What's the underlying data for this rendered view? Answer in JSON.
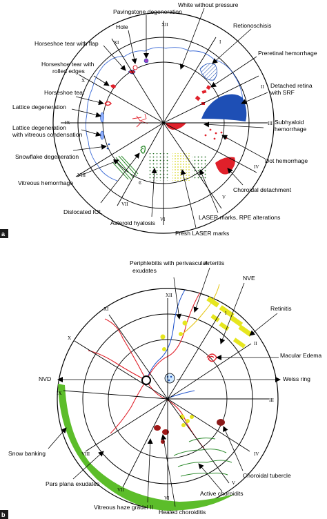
{
  "colors": {
    "ink": "#000000",
    "retina_red": "#e0202a",
    "detached_blue": "#1e4fb5",
    "laser_yellow": "#e6e61e",
    "vitreous_green": "#2e8b2e",
    "snow_green": "#5cbd2a",
    "tubercle_maroon": "#8b1a1a",
    "vessel_blue": "#2255cc"
  },
  "panel_a": {
    "badge": "a",
    "clock_hours": [
      "XII",
      "I",
      "II",
      "III",
      "IV",
      "V",
      "VI",
      "VII",
      "VIII",
      "IX",
      "X",
      "XI"
    ],
    "labels": {
      "pavingstone": "Pavingstone degeneration",
      "white_without_pressure": "White without pressure",
      "hole": "Hole",
      "retinoschisis": "Retionoschisis",
      "horseshoe_flap": "Horseshoe tear with flap",
      "preretinal": "Preretinal hemorrhage",
      "horseshoe_rolled_1": "Horseshoe tear with",
      "horseshoe_rolled_2": "rolled edges",
      "horseshoe_tear": "Horseshoe tear",
      "detached_1": "Detached retina",
      "detached_2": "with SRF",
      "lattice": "Lattice degeneration",
      "subhyaloid_1": "Subhyaloid",
      "subhyaloid_2": "hemorrhage",
      "lattice_vitreous_1": "Lattice degeneration",
      "lattice_vitreous_2": "with vitreous condensation",
      "dot_hemorrhage": "Dot hemorrhage",
      "snowflake": "Snowflake degeneration",
      "vitreous_hemorrhage": "Vitreous hemorrhage",
      "choroidal_detachment": "Choroidal detachment",
      "dislocated_iol": "Dislocated IOL",
      "laser_rpe": "LASER marks, RPE alterations",
      "asteroid": "Asteroid hyalosis",
      "fresh_laser": "Fresh LASER marks"
    }
  },
  "panel_b": {
    "badge": "b",
    "clock_hours": [
      "XII",
      "I",
      "II",
      "III",
      "IV",
      "V",
      "VI",
      "VII",
      "VIII",
      "IX",
      "X",
      "XI"
    ],
    "labels": {
      "periphlebitis_1": "Periphlebitis with perivascular",
      "periphlebitis_2": "exudates",
      "arteritis": "Arteritis",
      "nve": "NVE",
      "retinitis": "Retinitis",
      "macular_edema": "Macular Edema",
      "nvd": "NVD",
      "weiss_ring": "Weiss ring",
      "snow_banking": "Snow banking",
      "pars_plana": "Pars plana exudates",
      "choroidal_tubercle": "Choroidal tubercle",
      "active_choroiditis": "Active choroidits",
      "vitreous_haze": "Vitreous haze gradel II",
      "healed_choroiditis": "Healed choroiditis"
    }
  }
}
